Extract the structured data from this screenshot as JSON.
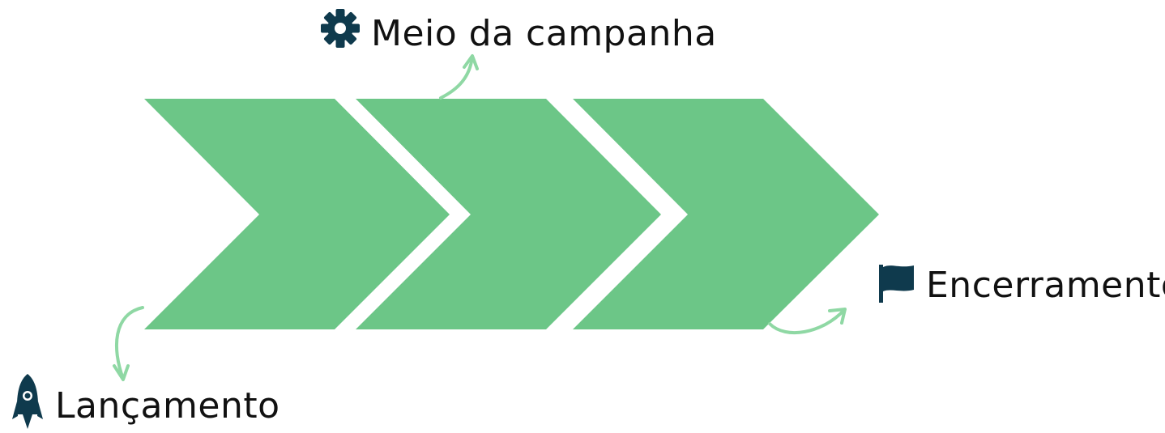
{
  "diagram": {
    "colors": {
      "chevron": "#6cc687",
      "arrow": "#8fd8a4",
      "icon": "#0f3a4d",
      "text": "#111111"
    },
    "stages": [
      {
        "id": "launch",
        "label": "Lançamento",
        "icon": "rocket-icon"
      },
      {
        "id": "mid",
        "label": "Meio da campanha",
        "icon": "gear-icon"
      },
      {
        "id": "end",
        "label": "Encerramento",
        "icon": "flag-icon"
      }
    ]
  }
}
